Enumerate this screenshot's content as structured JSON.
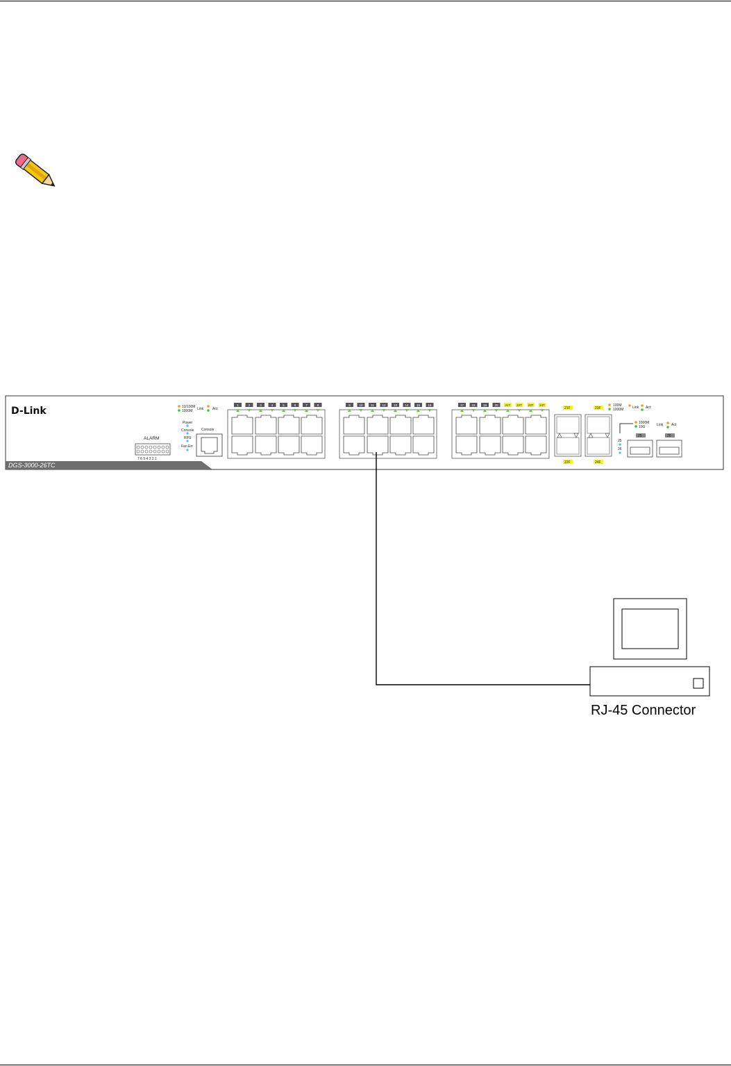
{
  "switch": {
    "brand": "D-Link",
    "model": "DGS-3000-26TC",
    "alarm_label": "ALARM",
    "alarm_numbers": "7 6 5 4   3 2 1",
    "console_label": "Console",
    "status_leds": [
      "Power",
      "Console",
      "RPS",
      "Fan Err"
    ],
    "speed_legend_1": "10/100M",
    "speed_legend_2": "1000M",
    "link_label": "Link",
    "act_label": "Act",
    "sfp_legend_1": "100M",
    "sfp_legend_2": "1000M",
    "xg_legend_1": "1000M",
    "xg_legend_2": "10G",
    "xg_port_25": "25",
    "xg_port_26": "26",
    "port_labels_group1": [
      "1",
      "2",
      "3",
      "4",
      "5",
      "6",
      "7",
      "8"
    ],
    "port_labels_group2": [
      "9",
      "10",
      "11",
      "12",
      "13",
      "14",
      "15",
      "16"
    ],
    "port_labels_group3": [
      "17",
      "18",
      "19",
      "20",
      "21T",
      "22T",
      "23T",
      "24T"
    ],
    "combo_labels": [
      "21F",
      "22F",
      "23F",
      "24F"
    ],
    "xg_labels": [
      "25",
      "26"
    ]
  },
  "caption": "RJ-45 Connector",
  "colors": {
    "amber": "#f29a1f",
    "green": "#3fbf3f",
    "cyan": "#35c8e0",
    "label_gray": "#555555",
    "label_yellow": "#f2f23a"
  }
}
